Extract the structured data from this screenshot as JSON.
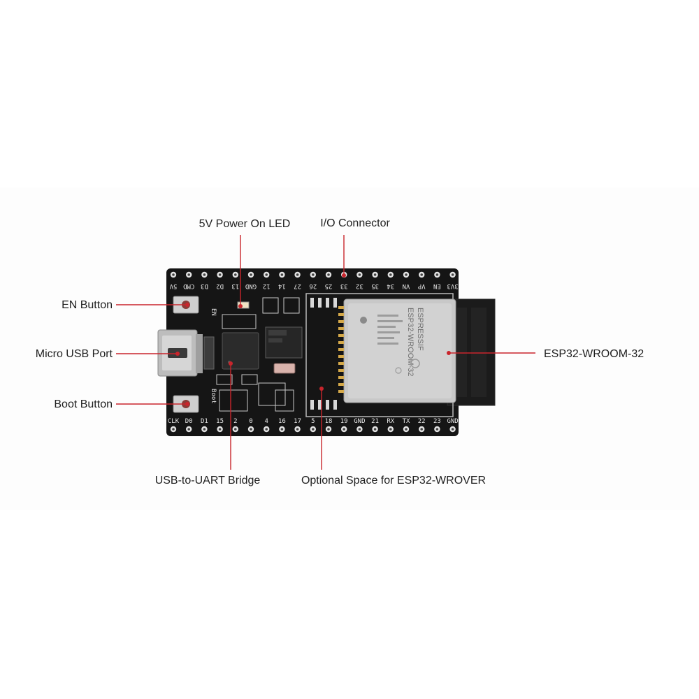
{
  "callouts": {
    "power_led": "5V Power On LED",
    "io_connector": "I/O Connector",
    "en_button": "EN Button",
    "micro_usb": "Micro USB Port",
    "boot_button": "Boot Button",
    "esp32_wroom": "ESP32-WROOM-32",
    "usb_uart": "USB-to-UART Bridge",
    "wrover_space": "Optional Space for ESP32-WROVER"
  },
  "board": {
    "top_pins": [
      "5V",
      "CMD",
      "D3",
      "D2",
      "13",
      "GND",
      "12",
      "14",
      "27",
      "26",
      "25",
      "33",
      "32",
      "35",
      "34",
      "VN",
      "VP",
      "EN",
      "3V3"
    ],
    "bottom_pins": [
      "CLK",
      "D0",
      "D1",
      "15",
      "2",
      "0",
      "4",
      "16",
      "17",
      "5",
      "18",
      "19",
      "GND",
      "21",
      "RX",
      "TX",
      "22",
      "23",
      "GND"
    ],
    "silkscreen_en": "EN",
    "silkscreen_boot": "Boot",
    "module_brand": "ESPRESSIF",
    "module_model": "ESP32-WROOM-32"
  },
  "colors": {
    "leader": "#c9252c",
    "pcb": "#151515",
    "module_shield": "#c8c8c8"
  }
}
